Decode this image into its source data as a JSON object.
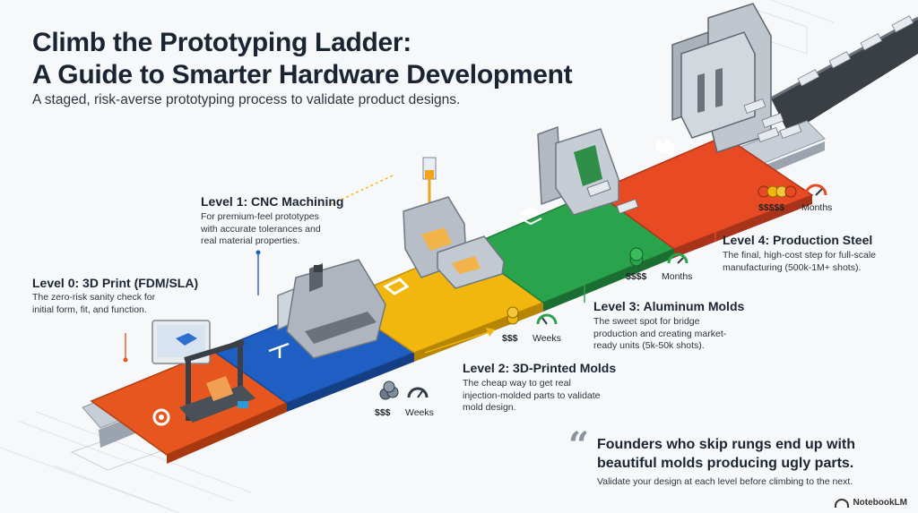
{
  "header": {
    "title_line1": "Climb the Prototyping Ladder:",
    "title_line2": "A Guide to Smarter Hardware Development",
    "subtitle": "A staged, risk-averse prototyping process to validate product designs."
  },
  "levels": [
    {
      "title": "Level 0: 3D Print (FDM/SLA)",
      "desc1": "The zero-risk sanity check for",
      "desc2": "initial form, fit, and function.",
      "color": "#e8561f"
    },
    {
      "title": "Level 1: CNC Machining",
      "desc1": "For premium-feel prototypes",
      "desc2": "with accurate tolerances and",
      "desc3": "real material properties.",
      "color": "#1f5fc4"
    },
    {
      "title": "Level 2: 3D-Printed Molds",
      "desc1": "The cheap way to get real",
      "desc2": "injection-molded parts to validate",
      "desc3": "mold design.",
      "cost": "$$$",
      "time": "Weeks",
      "color": "#f2b70f"
    },
    {
      "title": "Level 3: Aluminum Molds",
      "desc1": "The sweet spot for bridge",
      "desc2": "production and creating market-",
      "desc3": "ready units (5k-50k shots).",
      "cost": "$$$",
      "time": "Weeks",
      "color": "#2aa44c"
    },
    {
      "title": "Level 4: Production Steel",
      "desc1": "The final, high-cost step for full-scale",
      "desc2": "manufacturing (500k-1M+ shots).",
      "cost": "$$$$",
      "time": "Months",
      "color": "#e84a23"
    }
  ],
  "top_metric": {
    "cost": "$$$$$",
    "time": "Months"
  },
  "quote": {
    "mark": "“",
    "text": "Founders who skip rungs end up with beautiful molds producing ugly parts.",
    "sub": "Validate your design at each level before climbing to the next."
  },
  "brand": "NotebookLM",
  "colors": {
    "level0": "#e8561f",
    "level1": "#1f5fc4",
    "level2": "#f2b70f",
    "level3": "#2aa44c",
    "level4": "#e84a23",
    "rail": "#cfd5dc",
    "machine": "#9aa2ad"
  }
}
